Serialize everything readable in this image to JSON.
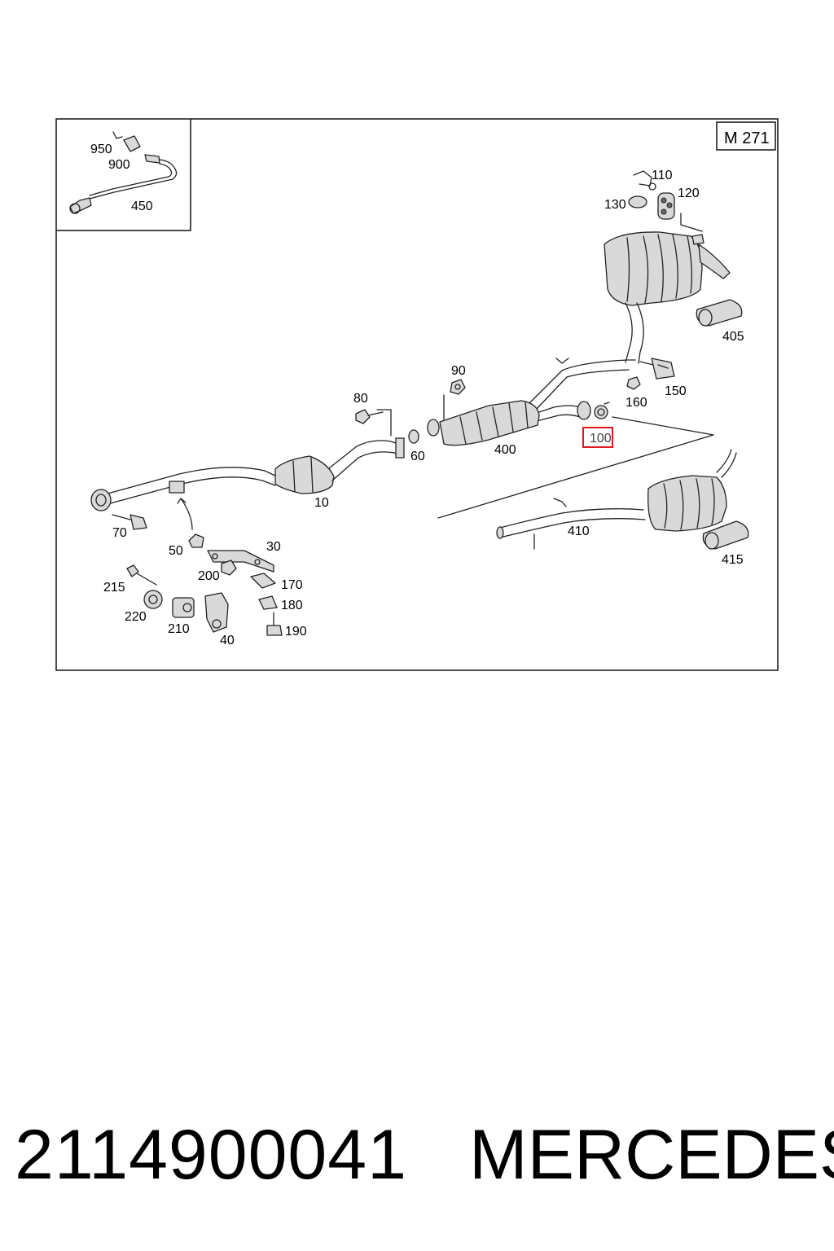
{
  "diagram": {
    "engine_code": "M 271",
    "callouts": {
      "c950": "950",
      "c900": "900",
      "c450": "450",
      "c110": "110",
      "c120": "120",
      "c130": "130",
      "c405": "405",
      "c90": "90",
      "c80": "80",
      "c60": "60",
      "c400": "400",
      "c100": "100",
      "c160": "160",
      "c150": "150",
      "c10": "10",
      "c410": "410",
      "c415": "415",
      "c70": "70",
      "c50": "50",
      "c30": "30",
      "c200": "200",
      "c170": "170",
      "c180": "180",
      "c190": "190",
      "c215": "215",
      "c220": "220",
      "c210": "210",
      "c40": "40"
    },
    "highlighted_callout": "100",
    "highlight_color": "#e0191c"
  },
  "footer": {
    "part_number": "2114900041",
    "brand": "MERCEDES"
  }
}
